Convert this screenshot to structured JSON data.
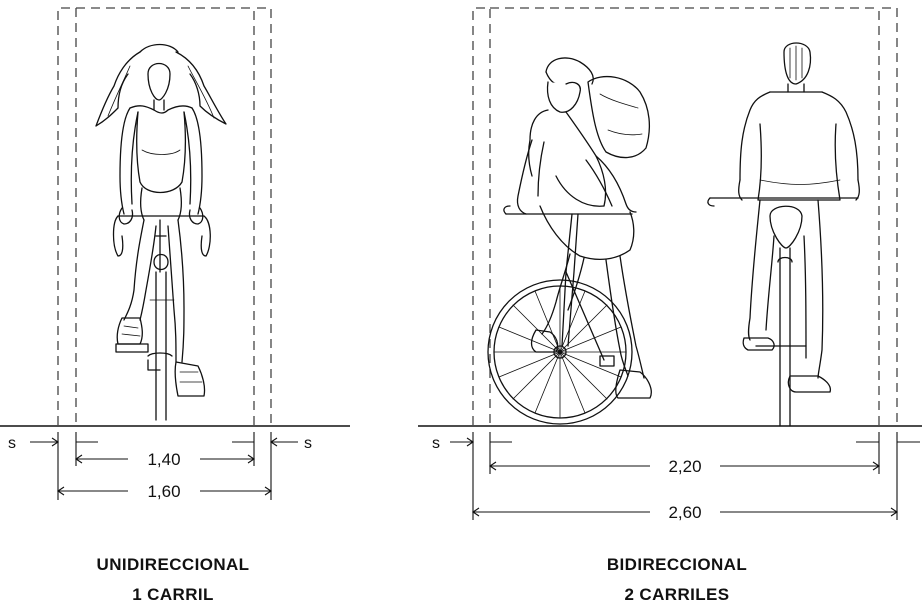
{
  "left_panel": {
    "s_left": "s",
    "s_right": "s",
    "inner_width": "1,40",
    "outer_width": "1,60",
    "caption_line1": "UNIDIRECCIONAL",
    "caption_line2": "1 CARRIL"
  },
  "right_panel": {
    "s_left": "s",
    "inner_width": "2,20",
    "outer_width": "2,60",
    "caption_line1": "BIDIRECCIONAL",
    "caption_line2": "2 CARRILES"
  }
}
